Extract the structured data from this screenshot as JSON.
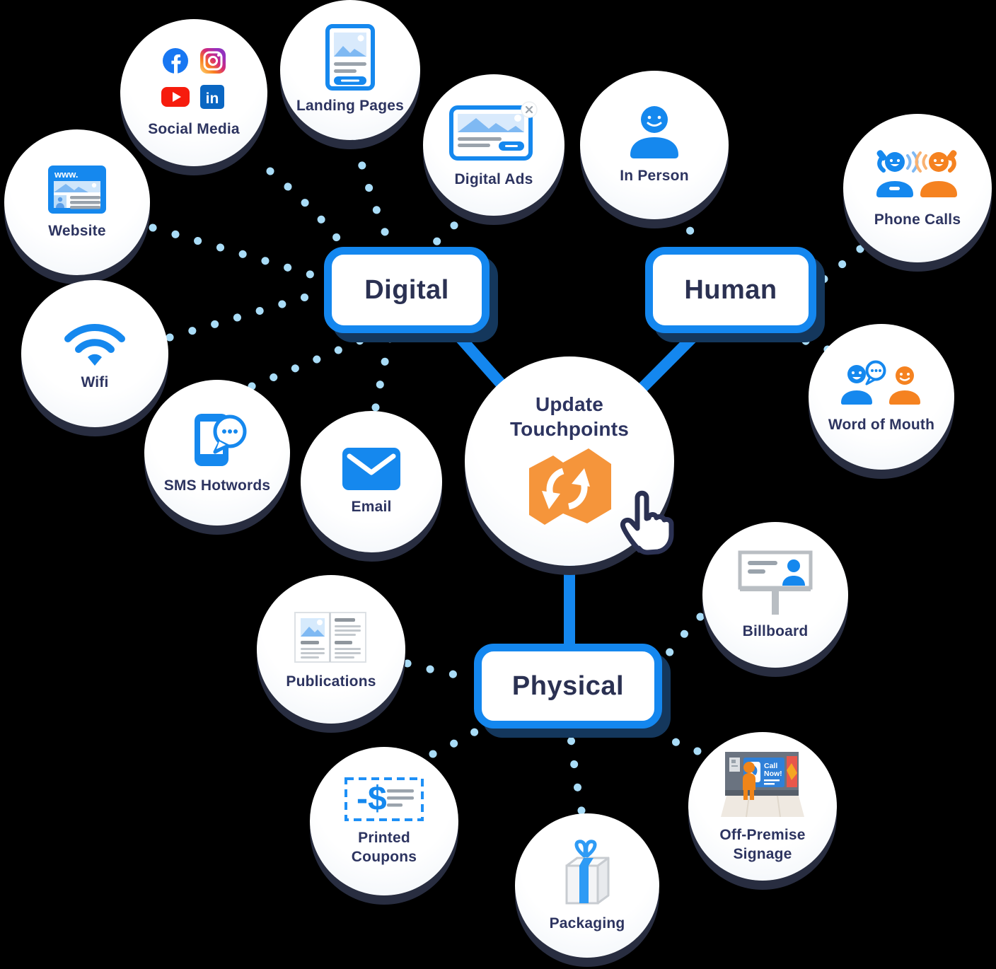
{
  "center": {
    "label": "Update Touchpoints"
  },
  "groups": [
    {
      "label": "Digital"
    },
    {
      "label": "Human"
    },
    {
      "label": "Physical"
    }
  ],
  "nodes": [
    {
      "label": "Social Media"
    },
    {
      "label": "Landing Pages"
    },
    {
      "label": "Digital Ads"
    },
    {
      "label": "In Person"
    },
    {
      "label": "Phone Calls"
    },
    {
      "label": "Website",
      "icon_text": "www."
    },
    {
      "label": "Wifi"
    },
    {
      "label": "SMS Hotwords"
    },
    {
      "label": "Email"
    },
    {
      "label": "Word of Mouth"
    },
    {
      "label": "Billboard"
    },
    {
      "label": "Publications"
    },
    {
      "label": "Printed Coupons",
      "icon_text": "-$"
    },
    {
      "label": "Packaging"
    },
    {
      "label": "Off-Premise Signage",
      "sign_line1": "Call",
      "sign_line2": "Now!"
    }
  ],
  "colors": {
    "accent_blue": "#1487EF",
    "dotted_line_blue": "#A9DCF7",
    "navy_text": "#2D3460",
    "box_shadow_navy": "#14375C",
    "circle_shadow": "#282D40",
    "orange": "#F58220",
    "map_orange": "#F5953B",
    "facebook_blue": "#1877F2",
    "youtube_red": "#F61C0D",
    "linkedin_blue": "#0A66C2"
  }
}
